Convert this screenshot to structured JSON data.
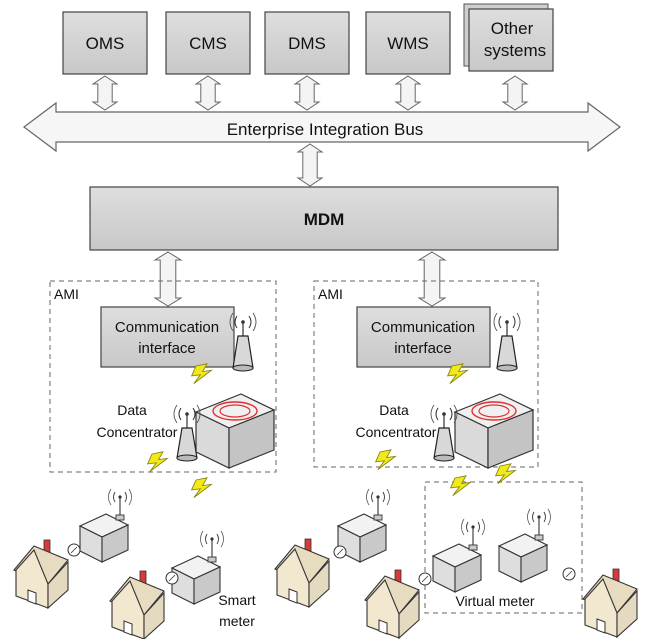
{
  "systems": [
    "OMS",
    "CMS",
    "DMS",
    "WMS"
  ],
  "other_systems": [
    "Other",
    "systems"
  ],
  "bus_label": "Enterprise Integration Bus",
  "mdm_label": "MDM",
  "ami": [
    {
      "label": "AMI",
      "comm_interface": [
        "Communication",
        "interface"
      ],
      "concentrator": [
        "Data",
        "Concentrator"
      ]
    },
    {
      "label": "AMI",
      "comm_interface": [
        "Communication",
        "interface"
      ],
      "concentrator": [
        "Data",
        "Concentrator"
      ]
    }
  ],
  "smart_meter_label": [
    "Smart",
    "meter"
  ],
  "virtual_meter_label": "Virtual meter",
  "colors": {
    "box_fill": "#d4d4d4",
    "box_stroke": "#333333",
    "arrow_fill": "#f4f4f4",
    "bolt": "#f2ea18",
    "house_wall": "#f2e8d0",
    "house_roof": "#e7dcc0",
    "chimney": "#d63a3a",
    "ring": "#e03030"
  }
}
